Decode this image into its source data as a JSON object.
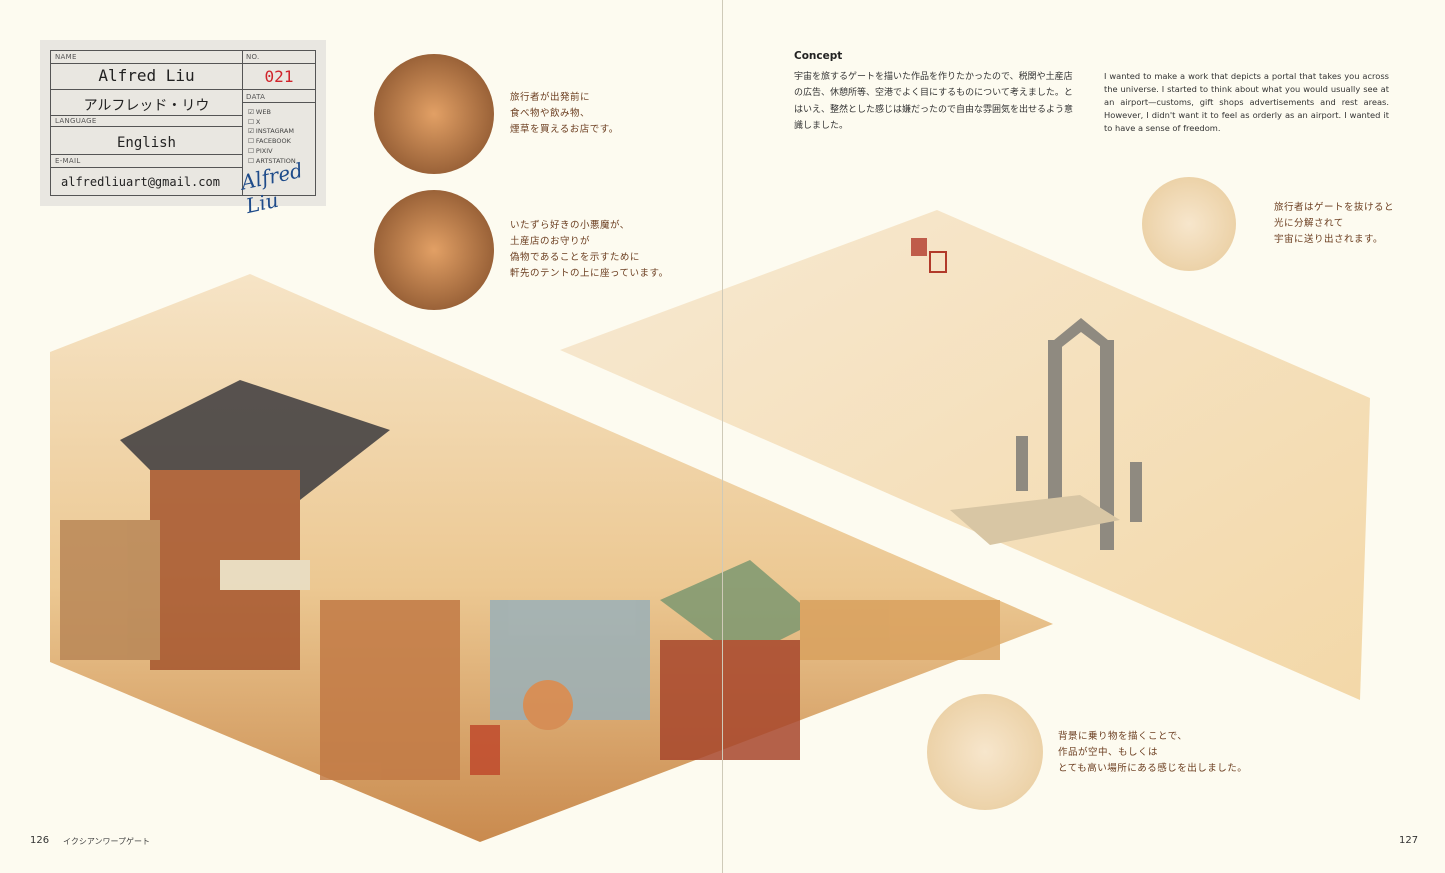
{
  "profile_card": {
    "name_label": "NAME",
    "name": "Alfred Liu",
    "name_kana": "アルフレッド・リウ",
    "language_label": "LANGUAGE",
    "language": "English",
    "email_label": "E-MAIL",
    "email": "alfredliuart@gmail.com",
    "no_label": "NO.",
    "number": "021",
    "number_color": "#d0242b",
    "data_label": "DATA",
    "data_items": [
      {
        "label": "WEB",
        "checked": true
      },
      {
        "label": "X",
        "checked": false
      },
      {
        "label": "INSTAGRAM",
        "checked": true
      },
      {
        "label": "FACEBOOK",
        "checked": false
      },
      {
        "label": "PIXIV",
        "checked": false
      },
      {
        "label": "ARTSTATION",
        "checked": false
      }
    ],
    "signature": "Alfred Liu"
  },
  "captions": {
    "shop": [
      "旅行者が出発前に",
      "食べ物や飲み物、",
      "煙草を買えるお店です。"
    ],
    "imp": [
      "いたずら好きの小悪魔が、",
      "土産店のお守りが",
      "偽物であることを示すために",
      "軒先のテントの上に座っています。"
    ],
    "gate": [
      "旅行者はゲートを抜けると",
      "光に分解されて",
      "宇宙に送り出されます。"
    ],
    "vehicle": [
      "背景に乗り物を描くことで、",
      "作品が空中、もしくは",
      "とても高い場所にある感じを出しました。"
    ]
  },
  "concept": {
    "heading": "Concept",
    "japanese": "宇宙を旅するゲートを描いた作品を作りたかったので、税関や土産店の広告、休憩所等、空港でよく目にするものについて考えました。とはいえ、整然とした感じは嫌だったので自由な雰囲気を出せるよう意識しました。",
    "english": "I wanted to make a work that depicts a portal that takes you across the universe. I started to think about what you would usually see at an airport—customs, gift shops advertisements and rest areas. However, I didn't want it to feel as orderly as an airport. I wanted it to have a sense of freedom."
  },
  "footer": {
    "left_page": "126",
    "running_title": "イクシアンワープゲート",
    "right_page": "127"
  }
}
